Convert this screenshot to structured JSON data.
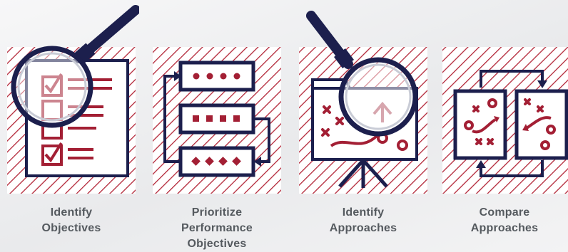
{
  "steps": [
    {
      "label_lines": [
        "Identify",
        "Objectives"
      ],
      "icon": "checklist-magnifier-icon"
    },
    {
      "label_lines": [
        "Prioritize",
        "Performance",
        "Objectives"
      ],
      "icon": "priority-list-icon"
    },
    {
      "label_lines": [
        "Identify",
        "Approaches"
      ],
      "icon": "strategy-board-magnifier-icon"
    },
    {
      "label_lines": [
        "Compare",
        "Approaches"
      ],
      "icon": "compare-plays-icon"
    }
  ],
  "colors": {
    "accent": "#a31f34",
    "navy": "#1c1f4d",
    "text": "#555a5f"
  }
}
